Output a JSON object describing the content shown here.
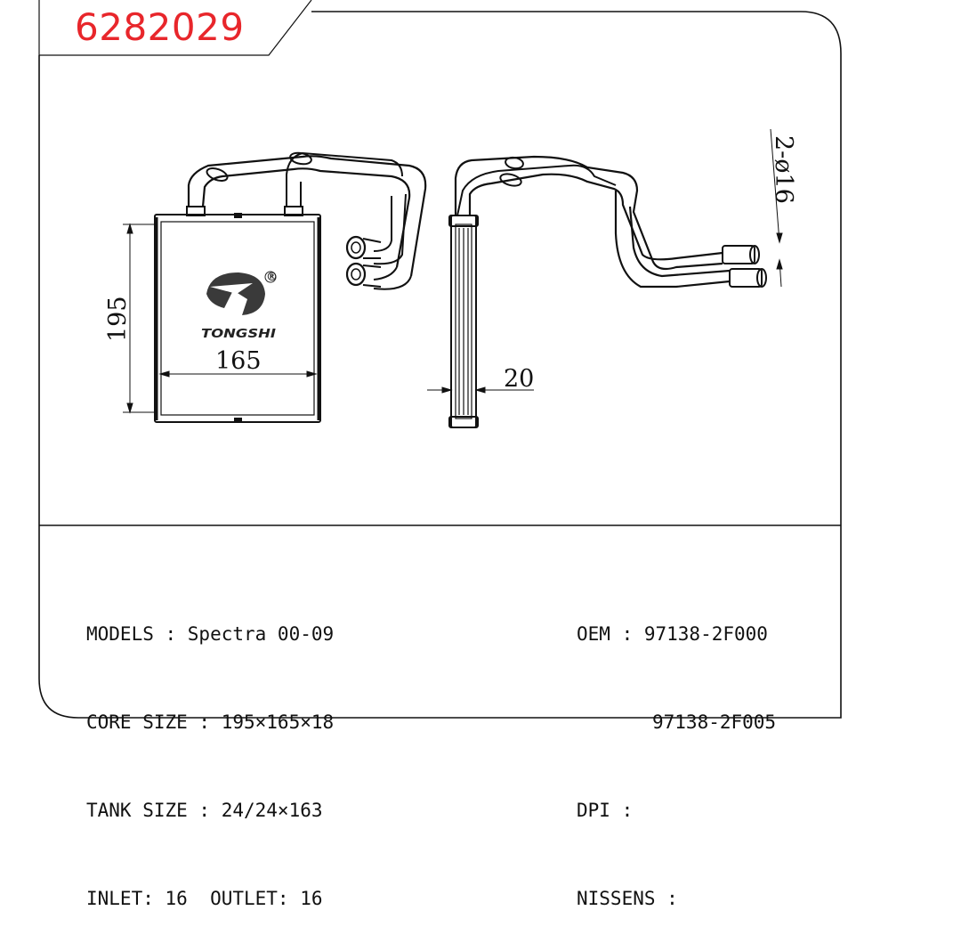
{
  "part_number": "6282029",
  "drawing": {
    "dim_height": "195",
    "dim_width": "165",
    "dim_depth": "20",
    "dim_pipe": "2-ø16",
    "brand": "TONGSHI",
    "registered_mark": "®"
  },
  "specs_left": {
    "models": "MODELS : Spectra 00-09",
    "core_size": "CORE SIZE : 195×165×18",
    "tank_size": "TANK SIZE : 24/24×163",
    "inlet_outlet": "INLET: 16  OUTLET: 16"
  },
  "specs_right": {
    "oem": "OEM : 97138-2F000",
    "oem_2": "97138-2F005",
    "dpi": "DPI :",
    "nissens": "NISSENS :"
  }
}
